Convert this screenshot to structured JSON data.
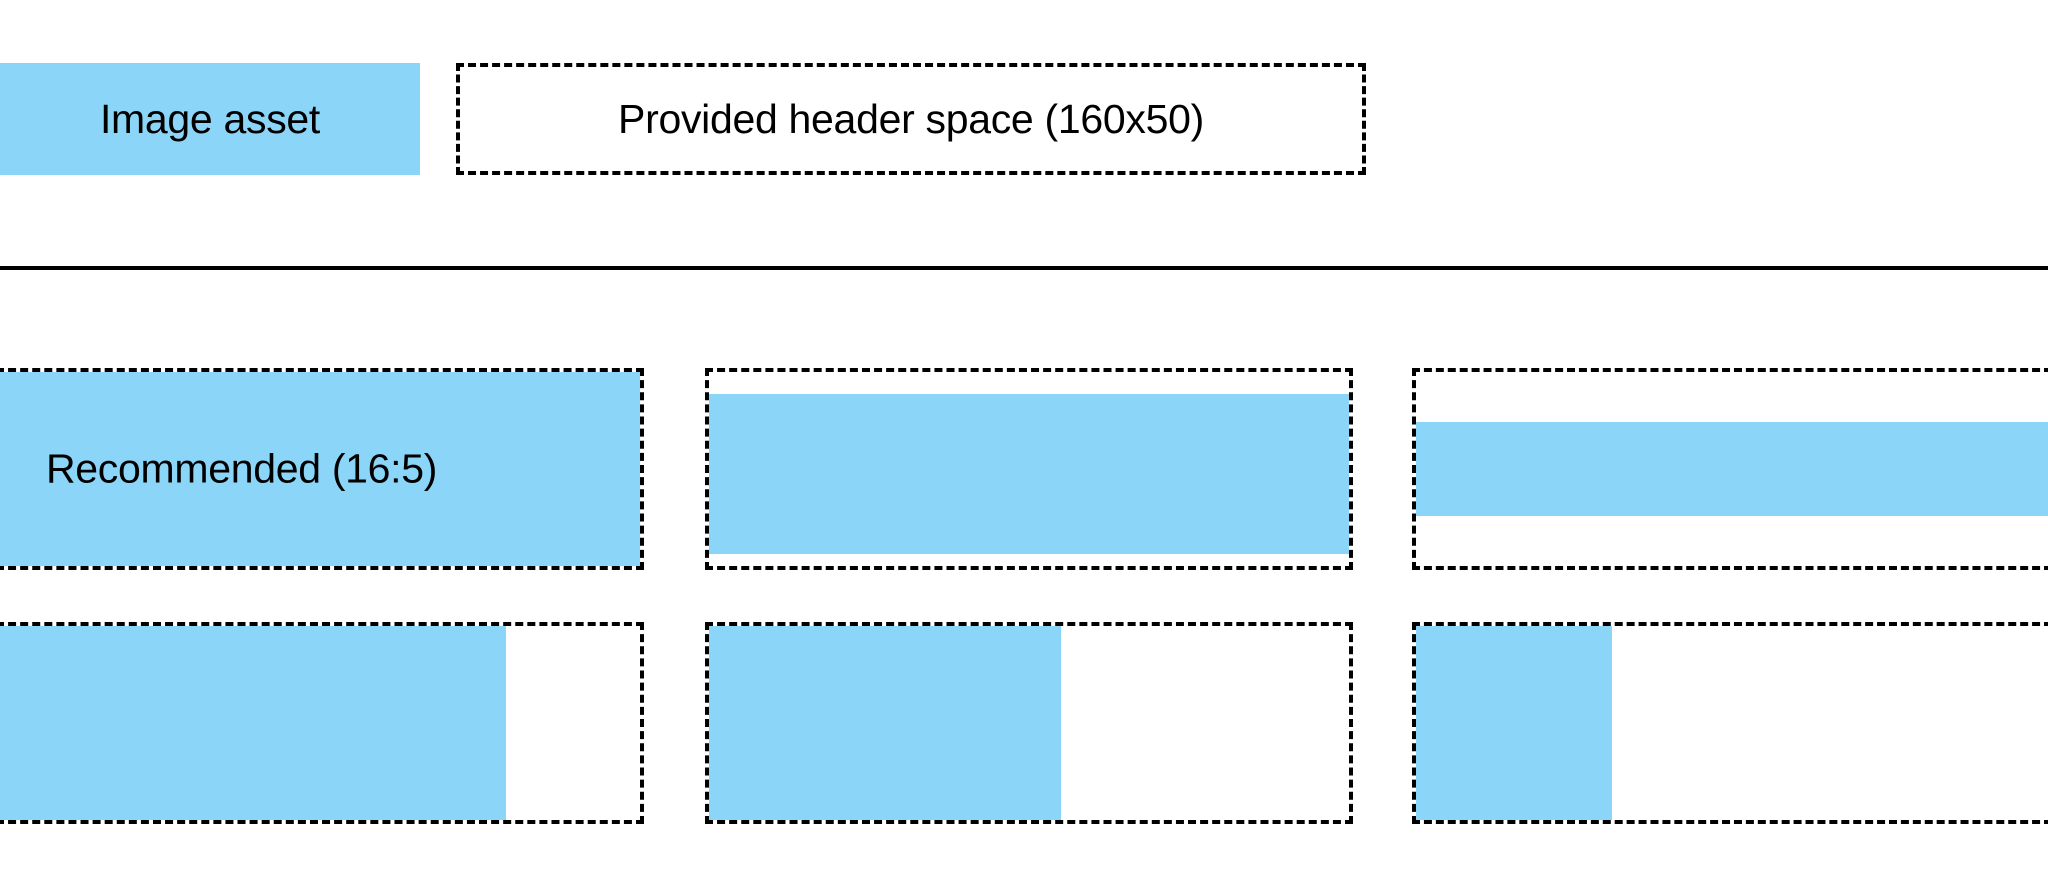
{
  "header": {
    "swatch_label": "Image asset",
    "space_label": "Provided header space (160x50)"
  },
  "grid": {
    "rows": [
      {
        "cards": [
          {
            "caption": "Recommended (16:5)",
            "fill": "full"
          },
          {
            "caption": "",
            "fill": "inset-vertical"
          },
          {
            "caption": "",
            "fill": "centered-band"
          }
        ]
      },
      {
        "cards": [
          {
            "caption": "",
            "fill": "left-79-percent"
          },
          {
            "caption": "",
            "fill": "left-55-percent"
          },
          {
            "caption": "",
            "fill": "left-31-percent"
          }
        ]
      }
    ]
  },
  "colors": {
    "asset_blue": "#8ad5f8",
    "outline_black": "#000000",
    "background_white": "#ffffff"
  }
}
